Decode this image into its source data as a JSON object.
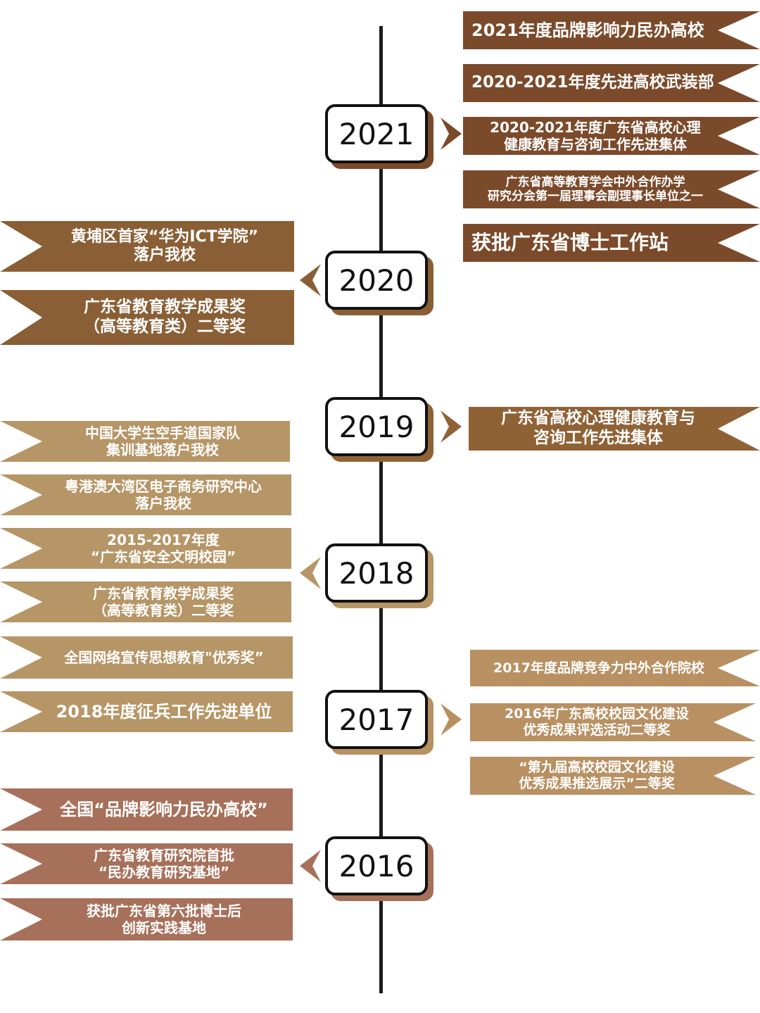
{
  "colors": {
    "brown_dark": "#7b4a2b",
    "brown_mid": "#8f6236",
    "brown_main": "#8a5f35",
    "tan": "#b69566",
    "tan_2017": "#b89062",
    "rose": "#a7705a",
    "line": "#1b1b1b"
  },
  "timeline": [
    {
      "year": "2021",
      "side": "right",
      "color": "brown_dark",
      "awards": [
        {
          "lines": [
            "2021年度品牌影响力民办高校"
          ]
        },
        {
          "lines": [
            "2020-2021年度先进高校武装部"
          ]
        },
        {
          "lines": [
            "2020-2021年度广东省高校心理",
            "健康教育与咨询工作先进集体"
          ]
        },
        {
          "lines": [
            "广东省高等教育学会中外合作办学",
            "研究分会第一届理事会副理事长单位之一"
          ]
        },
        {
          "lines": [
            "获批广东省博士工作站"
          ]
        }
      ]
    },
    {
      "year": "2020",
      "side": "left",
      "color": "brown_main",
      "awards": [
        {
          "lines": [
            "黄埔区首家“华为ICT学院”",
            "落户我校"
          ]
        },
        {
          "lines": [
            "广东省教育教学成果奖",
            "（高等教育类）二等奖"
          ]
        }
      ]
    },
    {
      "year": "2019",
      "side": "right",
      "color": "brown_mid",
      "awards": [
        {
          "lines": [
            "广东省高校心理健康教育与",
            "咨询工作先进集体"
          ]
        }
      ]
    },
    {
      "year": "2018",
      "side": "left",
      "color": "tan",
      "awards": [
        {
          "lines": [
            "中国大学生空手道国家队",
            "集训基地落户我校"
          ]
        },
        {
          "lines": [
            "粤港澳大湾区电子商务研究中心",
            "落户我校"
          ]
        },
        {
          "lines": [
            "2015-2017年度",
            "“广东省安全文明校园”"
          ]
        },
        {
          "lines": [
            "广东省教育教学成果奖",
            "（高等教育类）二等奖"
          ]
        },
        {
          "lines": [
            "全国网络宣传思想教育\"优秀奖”"
          ]
        },
        {
          "lines": [
            "2018年度征兵工作先进单位"
          ]
        }
      ]
    },
    {
      "year": "2017",
      "side": "right",
      "color": "tan_2017",
      "awards": [
        {
          "lines": [
            "2017年度品牌竞争力中外合作院校"
          ]
        },
        {
          "lines": [
            "2016年广东高校校园文化建设",
            "优秀成果评选活动二等奖"
          ]
        },
        {
          "lines": [
            "“第九届高校校园文化建设",
            "优秀成果推选展示”二等奖"
          ]
        }
      ]
    },
    {
      "year": "2016",
      "side": "left",
      "color": "rose",
      "awards": [
        {
          "lines": [
            "全国“品牌影响力民办高校”"
          ]
        },
        {
          "lines": [
            "广东省教育研究院首批",
            "“民办教育研究基地”"
          ]
        },
        {
          "lines": [
            "获批广东省第六批博士后",
            "创新实践基地"
          ]
        }
      ]
    }
  ]
}
